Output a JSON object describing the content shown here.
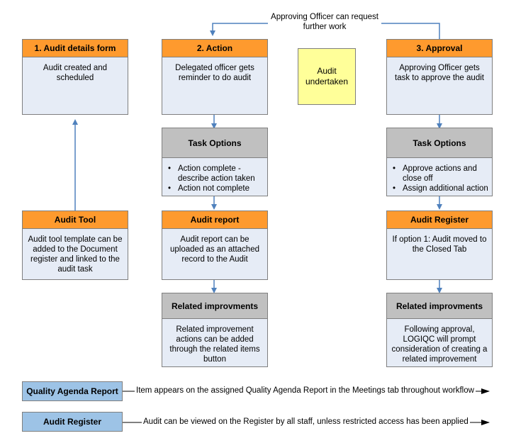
{
  "top_note": {
    "line1": "Approving Officer can request",
    "line2": "further work"
  },
  "col1": {
    "details": {
      "title": "1. Audit details form",
      "text": "Audit created and scheduled"
    },
    "tool": {
      "title": "Audit Tool",
      "text": "Audit tool template can be added to the Document register and linked to the audit task"
    }
  },
  "col2": {
    "action": {
      "title": "2. Action",
      "text": "Delegated officer gets reminder to do audit"
    },
    "options": {
      "title": "Task Options",
      "items": [
        "Action complete - describe action taken",
        "Action not complete"
      ]
    },
    "report": {
      "title": "Audit report",
      "text": "Audit report can be uploaded as an attached record to the Audit"
    },
    "related": {
      "title": "Related improvments",
      "text": "Related improvement actions can be added through the related items button"
    }
  },
  "undertaken": {
    "text": "Audit undertaken"
  },
  "col3": {
    "approval": {
      "title": "3. Approval",
      "text": "Approving Officer gets task to approve the audit"
    },
    "options": {
      "title": "Task Options",
      "items": [
        "Approve actions and close off",
        "Assign additional action"
      ]
    },
    "register": {
      "title": "Audit Register",
      "text": "If option 1: Audit moved to the Closed Tab"
    },
    "related": {
      "title": "Related improvments",
      "text": "Following approval, LOGIQC will prompt consideration of creating a related improvement"
    }
  },
  "legend": [
    {
      "label": "Quality Agenda Report",
      "text": "Item appears on the assigned Quality Agenda Report in the Meetings tab throughout workflow"
    },
    {
      "label": "Audit Register",
      "text": "Audit can be viewed on the Register by all staff, unless restricted access has been applied"
    }
  ],
  "colors": {
    "header_orange": "#fe9a2e",
    "header_grey": "#c0c0c0",
    "body_blue": "#e6ecf6",
    "note_yellow": "#ffff99",
    "legend_blue": "#9dc3e6",
    "arrow_blue": "#4f81bd"
  }
}
